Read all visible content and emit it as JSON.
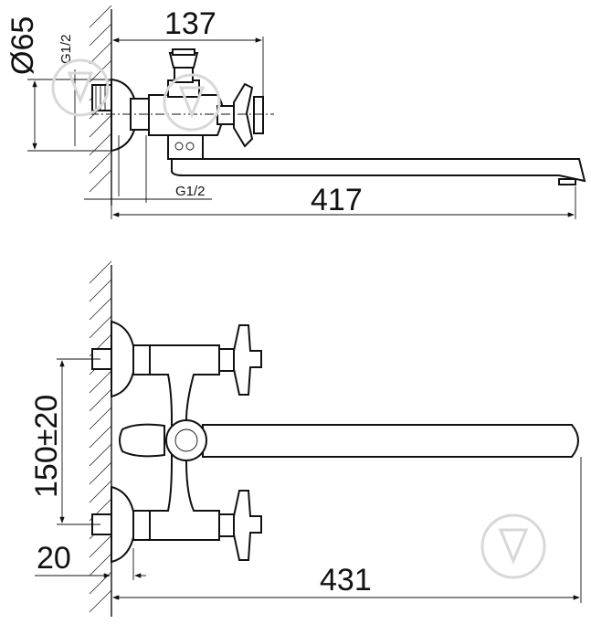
{
  "dimensions": {
    "top_width": "137",
    "diameter": "Ø65",
    "thread_top": "G1/2",
    "thread_bottom": "G1/2",
    "spout_length": "417",
    "center_distance": "150±20",
    "wall_offset": "20",
    "total_length": "431"
  },
  "colors": {
    "line": "#111111",
    "background": "#ffffff",
    "watermark": "#d8d8d8"
  },
  "watermarks": [
    "pen-nib-icon",
    "pen-nib-icon",
    "pen-nib-icon"
  ]
}
